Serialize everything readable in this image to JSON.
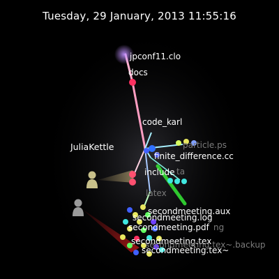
{
  "header": {
    "timestamp": "Tuesday, 29 January, 2013 11:55:16"
  },
  "users": [
    {
      "name": "JuliaKettle",
      "icon": "person-icon",
      "color": "#c8c08a"
    },
    {
      "name": "",
      "icon": "person-icon",
      "color": "#9a9a9a"
    }
  ],
  "directories": [
    {
      "name": "jpconf11.clo"
    },
    {
      "name": "docs"
    },
    {
      "name": "code_karl"
    },
    {
      "name": "include"
    },
    {
      "name": "latex"
    }
  ],
  "files": [
    {
      "name": "finite_difference.cc"
    },
    {
      "name": "particle.ps"
    },
    {
      "name": "secondmeeting.aux"
    },
    {
      "name": "secondmeeting.log"
    },
    {
      "name": "secondmeeting.pdf"
    },
    {
      "name": "secondmeeting.tex"
    },
    {
      "name": "secondmeeting.tex~"
    },
    {
      "name": "secondmeeting.tex~.backup"
    },
    {
      "name": "ta"
    },
    {
      "name": "ng"
    }
  ],
  "colors": {
    "background": "#000000",
    "text": "#ffffff",
    "dim_text": "#7b7b7b",
    "branch_pink": "#ffb0d0",
    "branch_cyan": "#a8f0ff",
    "branch_green": "#33dd33",
    "node_red": "#ff3060",
    "node_yellow": "#e8e860",
    "node_cyan": "#40e8e0",
    "node_blue": "#4060ff",
    "node_purple": "#7040ff",
    "node_green": "#60ff60"
  }
}
